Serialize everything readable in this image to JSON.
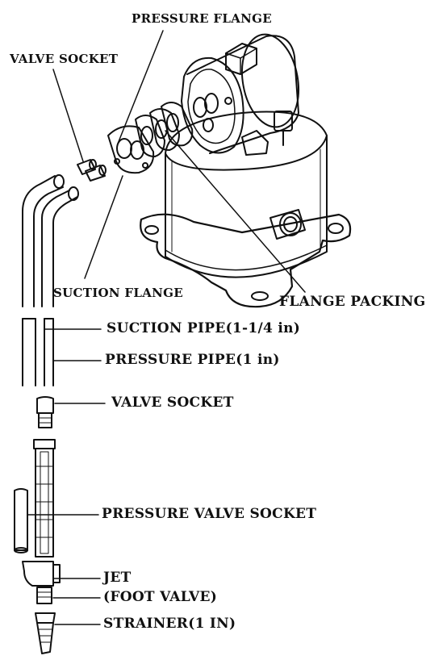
{
  "labels": {
    "pressure_flange": "PRESSURE FLANGE",
    "valve_socket_top": "VALVE SOCKET",
    "suction_flange": "SUCTION FLANGE",
    "flange_packing": "FLANGE PACKING",
    "suction_pipe": "SUCTION PIPE(1-1/4 in)",
    "pressure_pipe": "PRESSURE PIPE(1 in)",
    "valve_socket": "VALVE SOCKET",
    "pressure_valve_socket": "PRESSURE VALVE SOCKET",
    "jet": "JET",
    "foot_valve": "(FOOT VALVE)",
    "strainer": "STRAINER(1 IN)"
  }
}
